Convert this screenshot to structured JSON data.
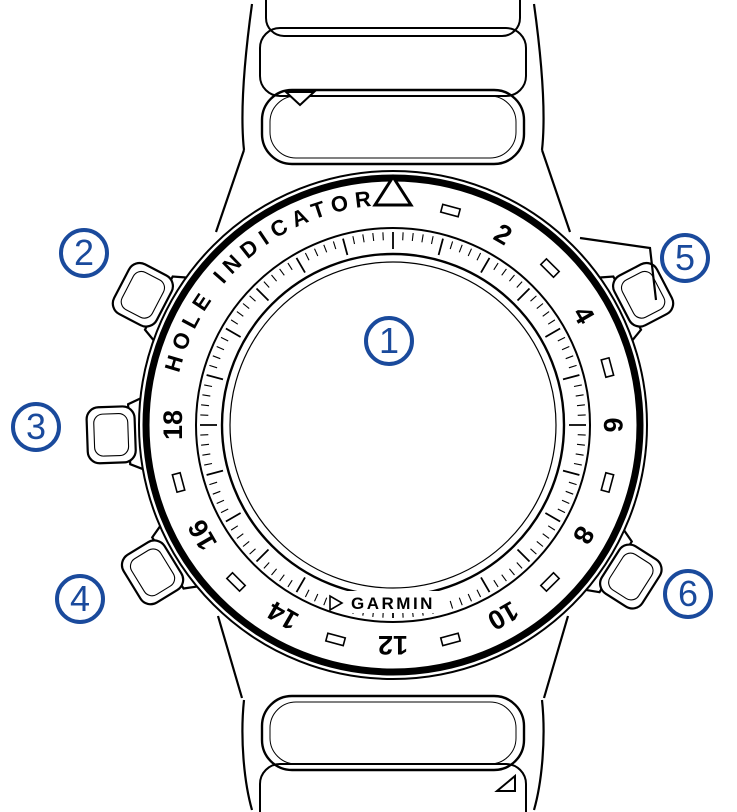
{
  "diagram": {
    "type": "device-callout-diagram",
    "device": "garmin-marq-golfer-smartwatch",
    "accent_color": "#1a4a9c",
    "line_color": "#000000",
    "bezel": {
      "arc_label": "HOLE INDICATOR",
      "numbers": [
        "2",
        "4",
        "6",
        "8",
        "10",
        "12",
        "14",
        "16",
        "18"
      ],
      "brand": "GARMIN"
    },
    "callouts": [
      {
        "label": "1"
      },
      {
        "label": "2"
      },
      {
        "label": "3"
      },
      {
        "label": "4"
      },
      {
        "label": "5"
      },
      {
        "label": "6"
      }
    ]
  }
}
